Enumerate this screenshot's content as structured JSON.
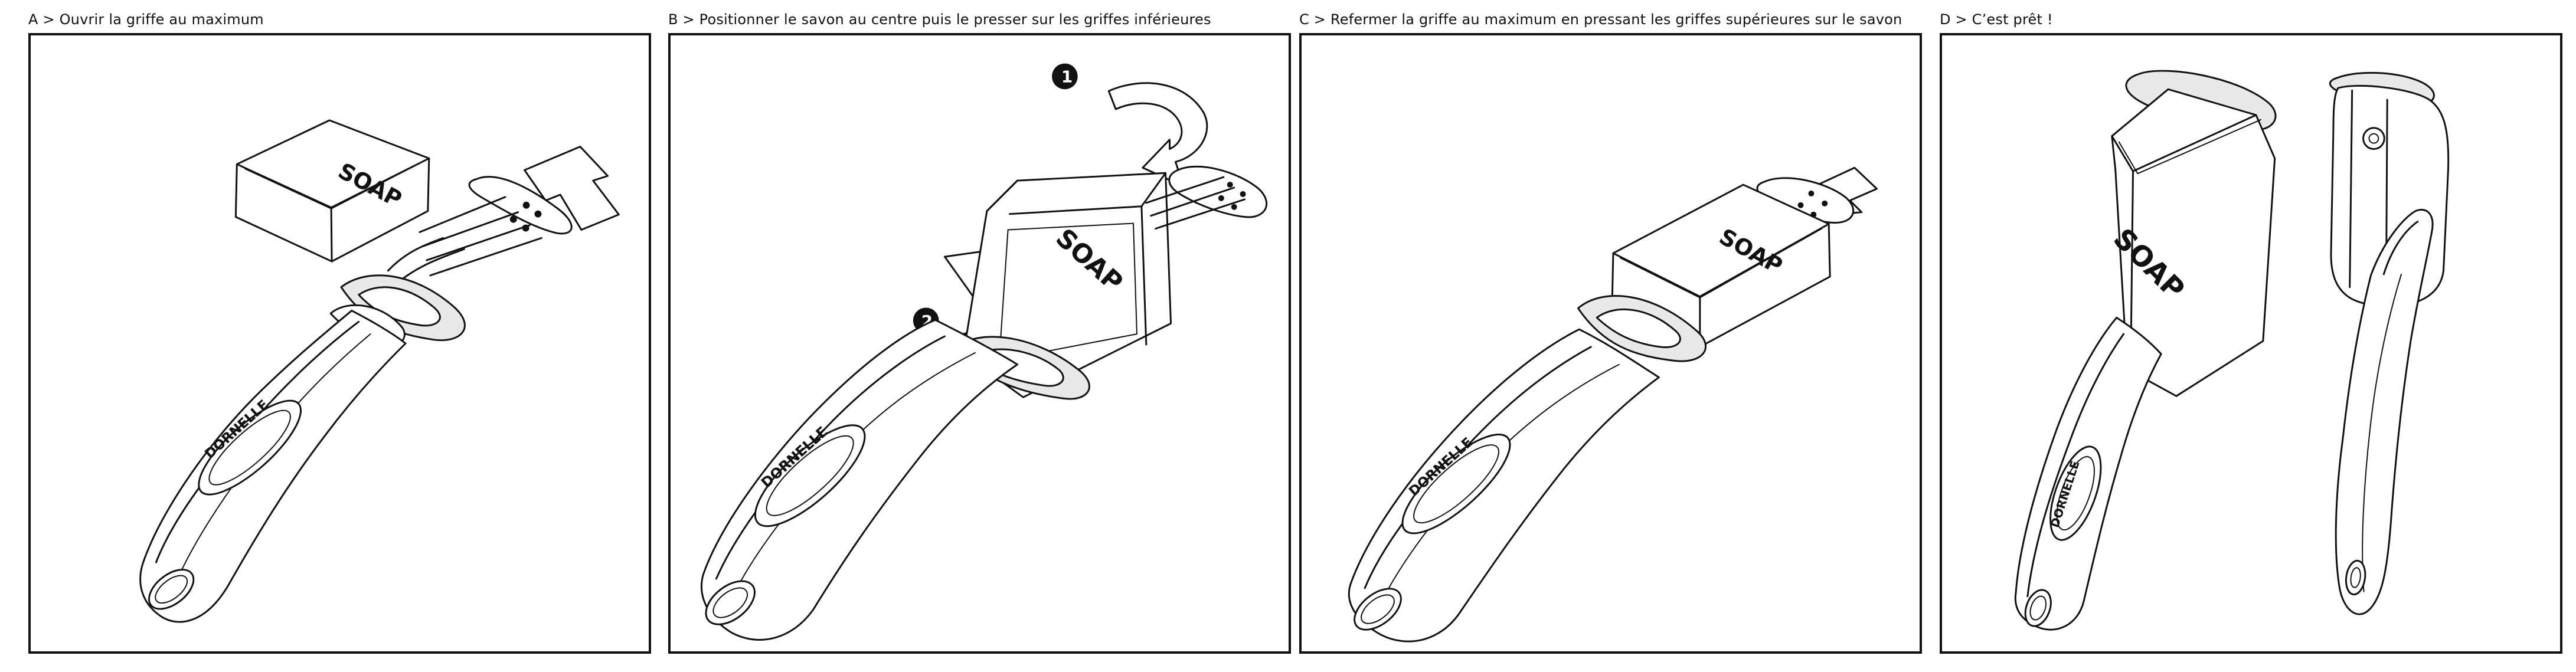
{
  "steps": [
    {
      "label": "A > Ouvrir la griffe au maximum"
    },
    {
      "label": "B > Positionner le savon au centre  puis le presser sur les griffes inférieures"
    },
    {
      "label": "C > Refermer la griffe au maximum en pressant les griffes supérieures sur le savon"
    },
    {
      "label": "D > C’est prêt !"
    }
  ],
  "illustration_text": {
    "soap": "SOAP",
    "brand": "DORNELLE",
    "step_number_1": "1",
    "step_number_2": "2"
  },
  "colors": {
    "line": "#111111",
    "background": "#ffffff",
    "light_fill": "#e9e9e9"
  }
}
